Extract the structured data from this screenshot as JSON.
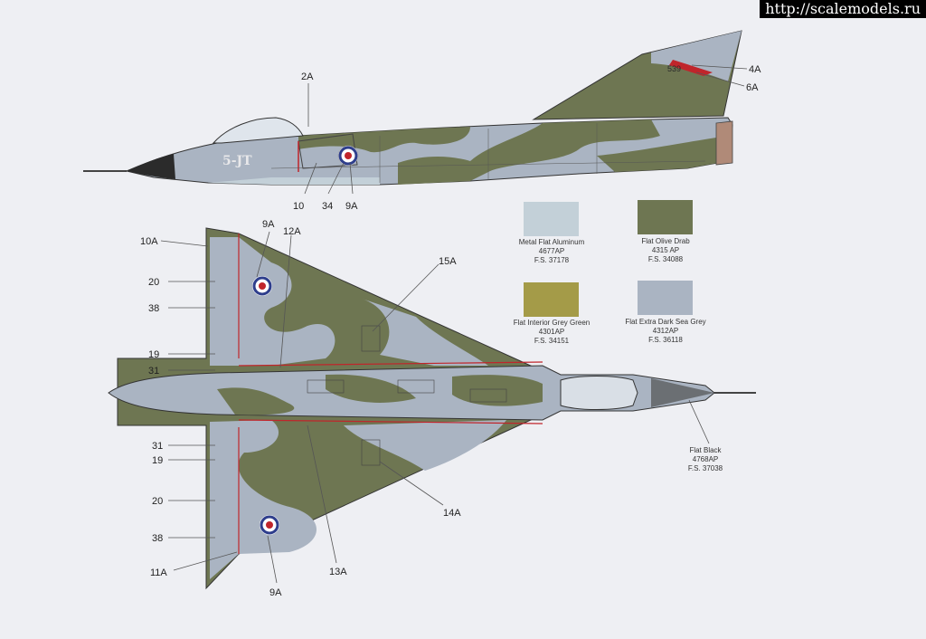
{
  "watermark": "http://scalemodels.ru",
  "colors": {
    "paper": "#eeeff3",
    "aluminum": "#c3d0d8",
    "olive_drab": "#6e7652",
    "interior_grey_green": "#a49b48",
    "extra_dark_sea_grey": "#aab4c2",
    "black": "#222222",
    "roundel_blue": "#2e3e8c",
    "roundel_red": "#c0252b",
    "leader": "#555555"
  },
  "aircraft": {
    "side_code": "5-JT",
    "tail_number": "539"
  },
  "callouts": {
    "profile": [
      "2A",
      "4A",
      "6A",
      "10",
      "34",
      "9A"
    ],
    "planform": [
      "10A",
      "9A",
      "12A",
      "15A",
      "20",
      "38",
      "19",
      "31",
      "31",
      "19",
      "20",
      "38",
      "11A",
      "9A",
      "13A",
      "14A"
    ]
  },
  "swatches": [
    {
      "name": "Metal Flat Aluminum",
      "code": "4677AP",
      "fs": "F.S. 37178",
      "color": "#c3d0d8"
    },
    {
      "name": "Flat Olive Drab",
      "code": "4315 AP",
      "fs": "F.S. 34088",
      "color": "#6e7652"
    },
    {
      "name": "Flat Interior Grey Green",
      "code": "4301AP",
      "fs": "F.S. 34151",
      "color": "#a49b48"
    },
    {
      "name": "Flat Extra Dark Sea Grey",
      "code": "4312AP",
      "fs": "F.S. 36118",
      "color": "#aab4c2"
    }
  ],
  "flat_black": {
    "name": "Flat Black",
    "code": "4768AP",
    "fs": "F.S. 37038"
  }
}
